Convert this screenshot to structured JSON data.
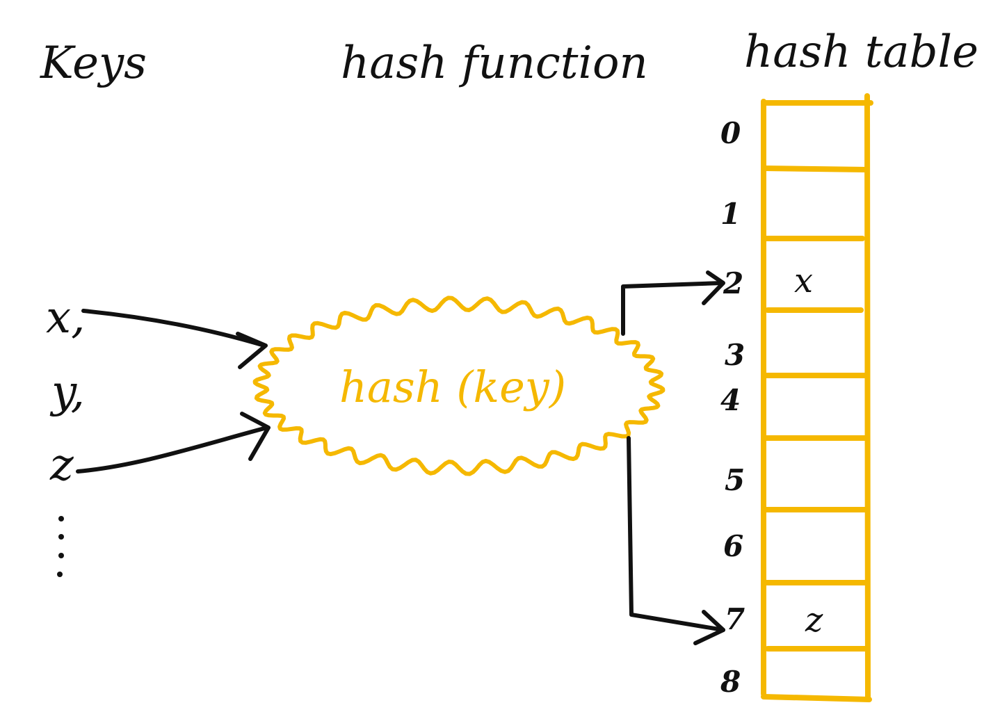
{
  "headings": {
    "keys": "Keys",
    "hash_function": "hash function",
    "hash_table": "hash table"
  },
  "keys": [
    "x,",
    "y,",
    "z",
    "⋮"
  ],
  "hash_function": {
    "label": "hash (key)"
  },
  "hash_table": {
    "indices": [
      "0",
      "1",
      "2",
      "3",
      "4",
      "5",
      "6",
      "7",
      "8"
    ],
    "cells": [
      "",
      "",
      "x",
      "",
      "",
      "",
      "",
      "z",
      ""
    ]
  },
  "colors": {
    "ink": "#111111",
    "accent": "#F5B800",
    "background": "#ffffff"
  }
}
